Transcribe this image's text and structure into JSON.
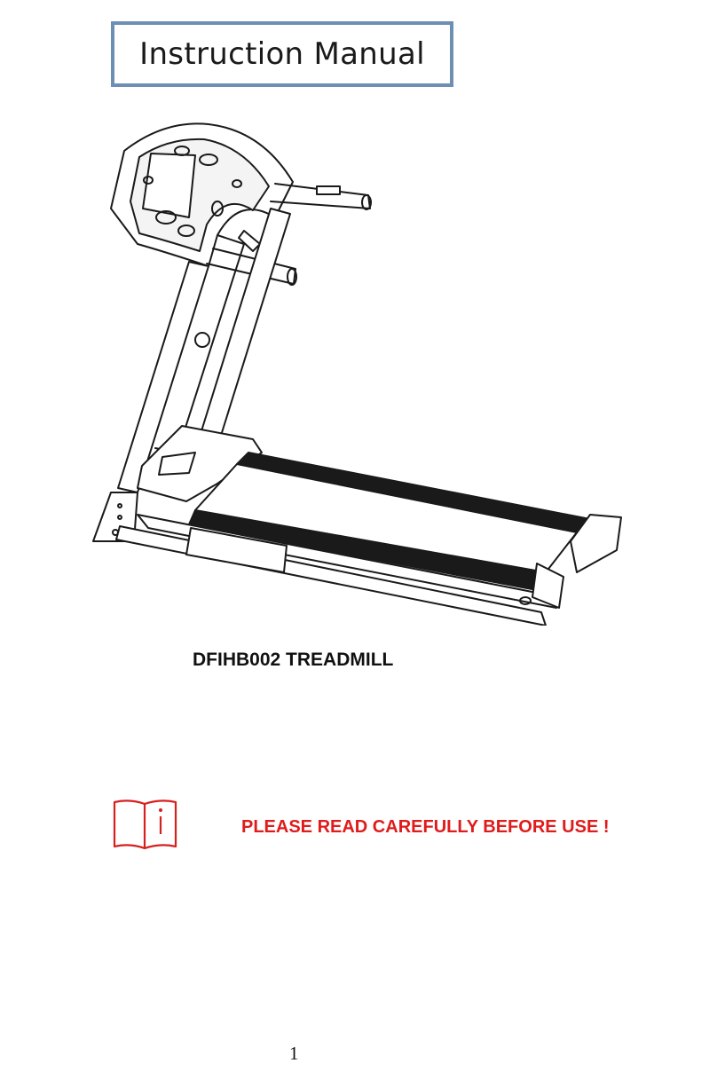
{
  "header": {
    "title": "Instruction Manual"
  },
  "illustration": {
    "subject": "treadmill-line-drawing"
  },
  "product": {
    "model_title": "DFIHB002 TREADMILL"
  },
  "notice": {
    "icon": "read-manual-icon",
    "text": "PLEASE READ CAREFULLY BEFORE USE !",
    "color": "#e01b1b"
  },
  "footer": {
    "page_number": "1"
  },
  "colors": {
    "title_border": "#6d8fb3"
  }
}
